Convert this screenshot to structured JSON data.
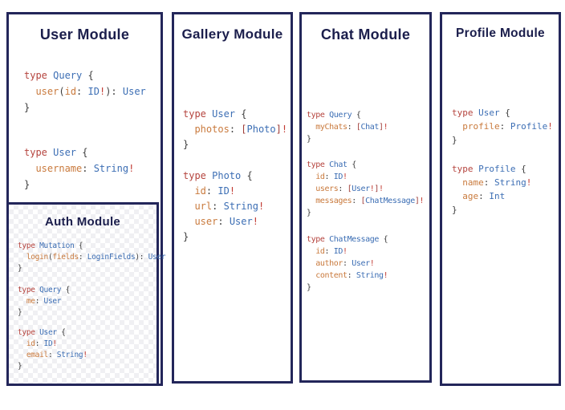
{
  "theme": {
    "canvas_bg": "#ffffff",
    "card_bg": "#ffffff",
    "border": "#23265a",
    "title": "#1b1e4c",
    "kw": "#b5443e",
    "ty": "#3c6eb4",
    "fd": "#c97a3d",
    "pn": "#3d3d3d",
    "br": "#9f3d38",
    "bg": "#c23b33",
    "checker": "#f0f0f3"
  },
  "modules": {
    "user": {
      "title": "User Module",
      "blocks": [
        [
          [
            [
              "kw",
              "type "
            ],
            [
              "ty",
              "Query "
            ],
            [
              "pn",
              "{"
            ]
          ],
          [
            [
              "pn",
              "  "
            ],
            [
              "fd",
              "user"
            ],
            [
              "pn",
              "("
            ],
            [
              "fd",
              "id"
            ],
            [
              "pn",
              ": "
            ],
            [
              "ty",
              "ID"
            ],
            [
              "bg",
              "!"
            ],
            [
              "pn",
              "): "
            ],
            [
              "ty",
              "User"
            ]
          ],
          [
            [
              "pn",
              "}"
            ]
          ]
        ],
        [
          [
            [
              "kw",
              "type "
            ],
            [
              "ty",
              "User "
            ],
            [
              "pn",
              "{"
            ]
          ],
          [
            [
              "pn",
              "  "
            ],
            [
              "fd",
              "username"
            ],
            [
              "pn",
              ": "
            ],
            [
              "ty",
              "String"
            ],
            [
              "bg",
              "!"
            ]
          ],
          [
            [
              "pn",
              "}"
            ]
          ]
        ]
      ]
    },
    "auth": {
      "title": "Auth Module",
      "blocks": [
        [
          [
            [
              "kw",
              "type "
            ],
            [
              "ty",
              "Mutation "
            ],
            [
              "pn",
              "{"
            ]
          ],
          [
            [
              "pn",
              "  "
            ],
            [
              "fd",
              "login"
            ],
            [
              "pn",
              "("
            ],
            [
              "fd",
              "fields"
            ],
            [
              "pn",
              ": "
            ],
            [
              "ty",
              "LoginFields"
            ],
            [
              "pn",
              "): "
            ],
            [
              "ty",
              "User"
            ]
          ],
          [
            [
              "pn",
              "}"
            ]
          ]
        ],
        [
          [
            [
              "kw",
              "type "
            ],
            [
              "ty",
              "Query "
            ],
            [
              "pn",
              "{"
            ]
          ],
          [
            [
              "pn",
              "  "
            ],
            [
              "fd",
              "me"
            ],
            [
              "pn",
              ": "
            ],
            [
              "ty",
              "User"
            ]
          ],
          [
            [
              "pn",
              "}"
            ]
          ]
        ],
        [
          [
            [
              "kw",
              "type "
            ],
            [
              "ty",
              "User "
            ],
            [
              "pn",
              "{"
            ]
          ],
          [
            [
              "pn",
              "  "
            ],
            [
              "fd",
              "id"
            ],
            [
              "pn",
              ": "
            ],
            [
              "ty",
              "ID"
            ],
            [
              "bg",
              "!"
            ]
          ],
          [
            [
              "pn",
              "  "
            ],
            [
              "fd",
              "email"
            ],
            [
              "pn",
              ": "
            ],
            [
              "ty",
              "String"
            ],
            [
              "bg",
              "!"
            ]
          ],
          [
            [
              "pn",
              "}"
            ]
          ]
        ]
      ]
    },
    "gallery": {
      "title": "Gallery Module",
      "blocks": [
        [
          [
            [
              "kw",
              "type "
            ],
            [
              "ty",
              "User "
            ],
            [
              "pn",
              "{"
            ]
          ],
          [
            [
              "pn",
              "  "
            ],
            [
              "fd",
              "photos"
            ],
            [
              "pn",
              ": "
            ],
            [
              "br",
              "["
            ],
            [
              "ty",
              "Photo"
            ],
            [
              "br",
              "]"
            ],
            [
              "bg",
              "!"
            ]
          ],
          [
            [
              "pn",
              "}"
            ]
          ]
        ],
        [
          [
            [
              "kw",
              "type "
            ],
            [
              "ty",
              "Photo "
            ],
            [
              "pn",
              "{"
            ]
          ],
          [
            [
              "pn",
              "  "
            ],
            [
              "fd",
              "id"
            ],
            [
              "pn",
              ": "
            ],
            [
              "ty",
              "ID"
            ],
            [
              "bg",
              "!"
            ]
          ],
          [
            [
              "pn",
              "  "
            ],
            [
              "fd",
              "url"
            ],
            [
              "pn",
              ": "
            ],
            [
              "ty",
              "String"
            ],
            [
              "bg",
              "!"
            ]
          ],
          [
            [
              "pn",
              "  "
            ],
            [
              "fd",
              "user"
            ],
            [
              "pn",
              ": "
            ],
            [
              "ty",
              "User"
            ],
            [
              "bg",
              "!"
            ]
          ],
          [
            [
              "pn",
              "}"
            ]
          ]
        ]
      ]
    },
    "chat": {
      "title": "Chat Module",
      "blocks": [
        [
          [
            [
              "kw",
              "type "
            ],
            [
              "ty",
              "Query "
            ],
            [
              "pn",
              "{"
            ]
          ],
          [
            [
              "pn",
              "  "
            ],
            [
              "fd",
              "myChats"
            ],
            [
              "pn",
              ": "
            ],
            [
              "br",
              "["
            ],
            [
              "ty",
              "Chat"
            ],
            [
              "br",
              "]"
            ],
            [
              "bg",
              "!"
            ]
          ],
          [
            [
              "pn",
              "}"
            ]
          ]
        ],
        [
          [
            [
              "kw",
              "type "
            ],
            [
              "ty",
              "Chat "
            ],
            [
              "pn",
              "{"
            ]
          ],
          [
            [
              "pn",
              "  "
            ],
            [
              "fd",
              "id"
            ],
            [
              "pn",
              ": "
            ],
            [
              "ty",
              "ID"
            ],
            [
              "bg",
              "!"
            ]
          ],
          [
            [
              "pn",
              "  "
            ],
            [
              "fd",
              "users"
            ],
            [
              "pn",
              ": "
            ],
            [
              "br",
              "["
            ],
            [
              "ty",
              "User"
            ],
            [
              "bg",
              "!"
            ],
            [
              "br",
              "]"
            ],
            [
              "bg",
              "!"
            ]
          ],
          [
            [
              "pn",
              "  "
            ],
            [
              "fd",
              "messages"
            ],
            [
              "pn",
              ": "
            ],
            [
              "br",
              "["
            ],
            [
              "ty",
              "ChatMessage"
            ],
            [
              "br",
              "]"
            ],
            [
              "bg",
              "!"
            ]
          ],
          [
            [
              "pn",
              "}"
            ]
          ]
        ],
        [
          [
            [
              "kw",
              "type "
            ],
            [
              "ty",
              "ChatMessage "
            ],
            [
              "pn",
              "{"
            ]
          ],
          [
            [
              "pn",
              "  "
            ],
            [
              "fd",
              "id"
            ],
            [
              "pn",
              ": "
            ],
            [
              "ty",
              "ID"
            ],
            [
              "bg",
              "!"
            ]
          ],
          [
            [
              "pn",
              "  "
            ],
            [
              "fd",
              "author"
            ],
            [
              "pn",
              ": "
            ],
            [
              "ty",
              "User"
            ],
            [
              "bg",
              "!"
            ]
          ],
          [
            [
              "pn",
              "  "
            ],
            [
              "fd",
              "content"
            ],
            [
              "pn",
              ": "
            ],
            [
              "ty",
              "String"
            ],
            [
              "bg",
              "!"
            ]
          ],
          [
            [
              "pn",
              "}"
            ]
          ]
        ]
      ]
    },
    "profile": {
      "title": "Profile Module",
      "blocks": [
        [
          [
            [
              "kw",
              "type "
            ],
            [
              "ty",
              "User "
            ],
            [
              "pn",
              "{"
            ]
          ],
          [
            [
              "pn",
              "  "
            ],
            [
              "fd",
              "profile"
            ],
            [
              "pn",
              ": "
            ],
            [
              "ty",
              "Profile"
            ],
            [
              "bg",
              "!"
            ]
          ],
          [
            [
              "pn",
              "}"
            ]
          ]
        ],
        [
          [
            [
              "kw",
              "type "
            ],
            [
              "ty",
              "Profile "
            ],
            [
              "pn",
              "{"
            ]
          ],
          [
            [
              "pn",
              "  "
            ],
            [
              "fd",
              "name"
            ],
            [
              "pn",
              ": "
            ],
            [
              "ty",
              "String"
            ],
            [
              "bg",
              "!"
            ]
          ],
          [
            [
              "pn",
              "  "
            ],
            [
              "fd",
              "age"
            ],
            [
              "pn",
              ": "
            ],
            [
              "ty",
              "Int"
            ]
          ],
          [
            [
              "pn",
              "}"
            ]
          ]
        ]
      ]
    }
  }
}
